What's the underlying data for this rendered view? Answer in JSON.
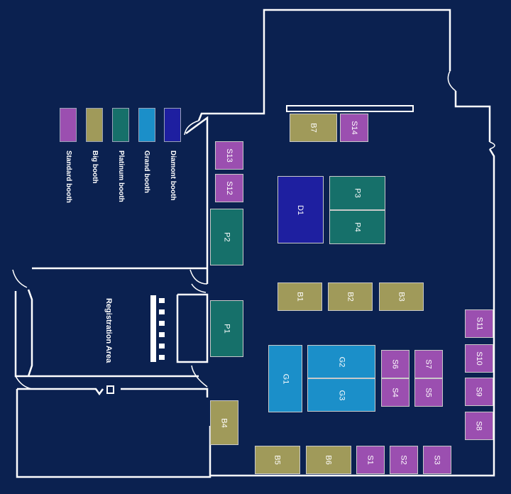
{
  "colors": {
    "background": "#0b2150",
    "walls": "#ffffff",
    "standard": "#9b4fb0",
    "big": "#a09a5a",
    "platinum": "#16706a",
    "grand": "#1b8fc9",
    "diamond": "#1e1fa0"
  },
  "legend": [
    {
      "type": "standard",
      "label": "Standard booth"
    },
    {
      "type": "big",
      "label": "Big booth"
    },
    {
      "type": "platinum",
      "label": "Platinum booth"
    },
    {
      "type": "grand",
      "label": "Grand booth"
    },
    {
      "type": "diamond",
      "label": "Diamont booth"
    }
  ],
  "areas": {
    "registration": "Registration Area"
  },
  "booths": {
    "B7": "B7",
    "S14": "S14",
    "S13": "S13",
    "S12": "S12",
    "D1": "D1",
    "P3": "P3",
    "P4": "P4",
    "P2": "P2",
    "B1": "B1",
    "B2": "B2",
    "B3": "B3",
    "P1": "P1",
    "S11": "S11",
    "S10": "S10",
    "S9": "S9",
    "S8": "S8",
    "G1": "G1",
    "G2": "G2",
    "G3": "G3",
    "S6": "S6",
    "S7": "S7",
    "S4": "S4",
    "S5": "S5",
    "B4": "B4",
    "B5": "B5",
    "B6": "B6",
    "S1": "S1",
    "S2": "S2",
    "S3": "S3"
  }
}
